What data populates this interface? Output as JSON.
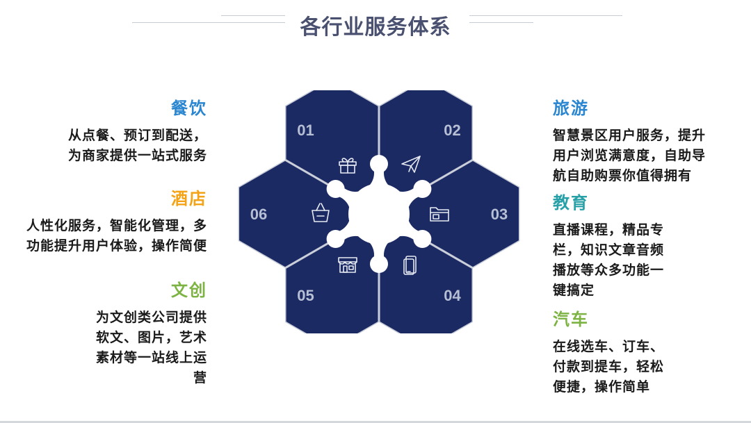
{
  "title": "各行业服务体系",
  "colors": {
    "hex_fill": "#1b2a63",
    "hex_stroke": "#c5cad6",
    "number": "#b7bfd4",
    "icon": "#e8ebf3",
    "orange": "#f4a316",
    "green": "#7cb342",
    "blue": "#2a86d0",
    "teal": "#27a0a8",
    "title": "#4a5170"
  },
  "hexes": [
    {
      "num": "01",
      "icon": "gift-icon"
    },
    {
      "num": "02",
      "icon": "paper-plane-icon"
    },
    {
      "num": "03",
      "icon": "folder-icon"
    },
    {
      "num": "04",
      "icon": "mobile-icon"
    },
    {
      "num": "05",
      "icon": "storefront-icon"
    },
    {
      "num": "06",
      "icon": "shopping-basket-icon"
    }
  ],
  "left": [
    {
      "head": "餐饮",
      "color": "#2a86d0",
      "desc": "从点餐、预订到配送，\n为商家提供一站式服务"
    },
    {
      "head": "酒店",
      "color": "#f4a316",
      "desc": "人性化服务，智能化管理，多\n功能提升用户体验，操作简便"
    },
    {
      "head": "文创",
      "color": "#7cb342",
      "desc": "为文创类公司提供\n软文、图片，艺术\n素材等一站线上运\n营"
    }
  ],
  "right": [
    {
      "head": "旅游",
      "color": "#2a86d0",
      "desc": "智慧景区用户服务，提升\n用户浏览满意度，自助导\n航自助购票你值得拥有"
    },
    {
      "head": "教育",
      "color": "#27a0a8",
      "desc": "直播课程，精品专\n栏，知识文章音频\n播放等众多功能一\n键搞定"
    },
    {
      "head": "汽车",
      "color": "#7cb342",
      "desc": "在线选车、订车、\n付款到提车，轻松\n便捷，操作简单"
    }
  ]
}
